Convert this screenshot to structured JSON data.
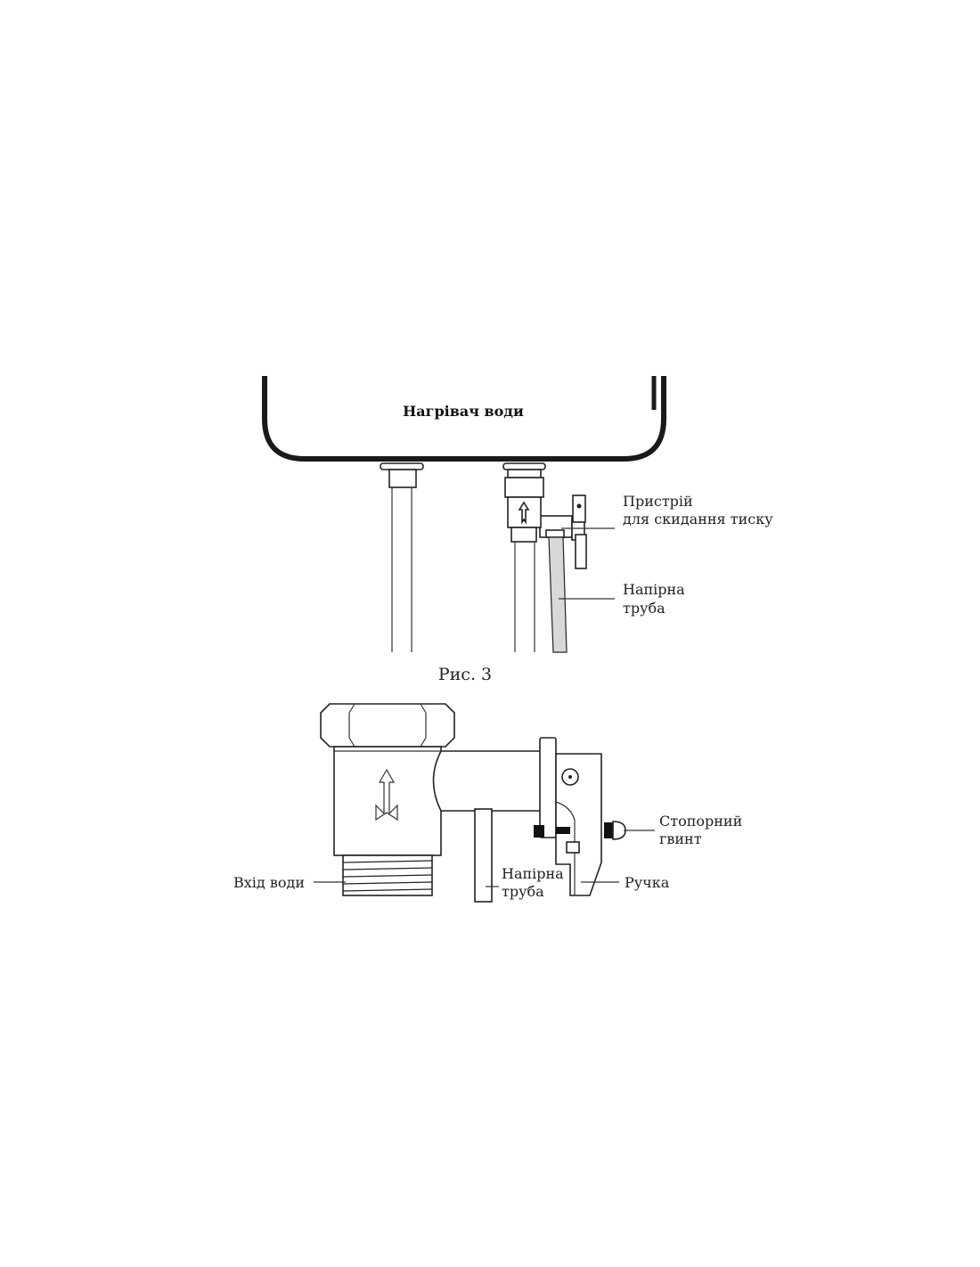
{
  "figure1": {
    "heater_label": "Нагрівач води",
    "valve_label_line1": "Пристрій",
    "valve_label_line2": "для скидання тиску",
    "pipe_label_line1": "Напірна",
    "pipe_label_line2": "труба"
  },
  "caption": "Рис. 3",
  "figure2": {
    "screw_label_line1": "Стопорний",
    "screw_label_line2": "гвинт",
    "inlet_label": "Вхід води",
    "pipe_label_line1": "Напірна",
    "pipe_label_line2": "труба",
    "handle_label": "Ручка"
  },
  "colors": {
    "line": "#222222",
    "hose": "#d8d8d8"
  }
}
